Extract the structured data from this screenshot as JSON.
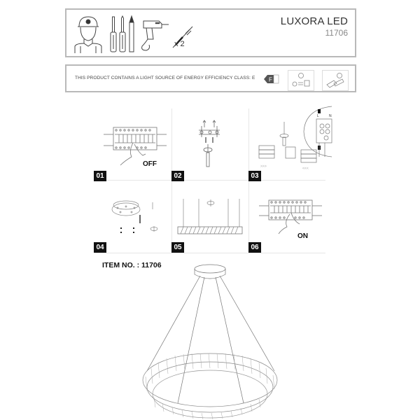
{
  "header": {
    "product_name": "LUXORA LED",
    "product_code": "11706",
    "tools": [
      {
        "icon": "electrician-icon"
      },
      {
        "icon": "screwdriver-flat-icon"
      },
      {
        "icon": "screwdriver-phillips-icon"
      },
      {
        "icon": "pencil-icon"
      },
      {
        "icon": "drill-icon"
      },
      {
        "icon": "wall-plug-screw-icon",
        "quantity": "x 2"
      }
    ]
  },
  "energy": {
    "text": "THIS PRODUCT CONTAINS A LIGHT SOURCE OF ENERGY EFFICIENCY CLASS: E",
    "label_class": "F",
    "icons": [
      "replaceable-light-source-icon",
      "replaceable-control-gear-icon"
    ]
  },
  "steps": [
    {
      "number": "01",
      "annotation": "OFF",
      "icon": "circuit-breaker-off-icon"
    },
    {
      "number": "02",
      "annotation": "",
      "icon": "mount-bracket-icon"
    },
    {
      "number": "03",
      "annotation": "",
      "icon": "wiring-connection-icon",
      "terminals": [
        "L",
        "N"
      ],
      "arrows_left": ">>>",
      "arrows_right": "<<<"
    },
    {
      "number": "04",
      "annotation": "",
      "icon": "canopy-attach-icon"
    },
    {
      "number": "05",
      "annotation": "",
      "icon": "hang-ring-icon"
    },
    {
      "number": "06",
      "annotation": "ON",
      "icon": "circuit-breaker-on-icon"
    }
  ],
  "item": {
    "label": "ITEM NO. :  11706"
  }
}
